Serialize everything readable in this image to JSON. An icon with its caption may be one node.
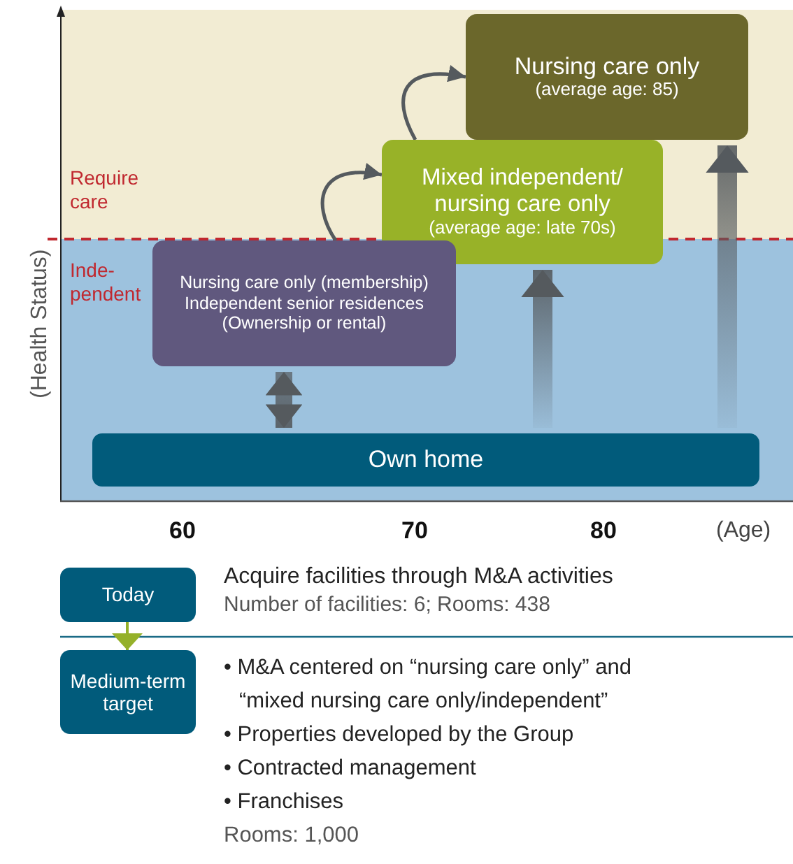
{
  "diagram": {
    "nodes": [
      {
        "text": [
          "Nursing care only",
          "(average age: 85)"
        ]
      },
      {
        "text": [
          "Mixed independent/ nursing care only",
          "(average age: late 70s)"
        ]
      },
      {
        "text": [
          "Nursing care only (membership)",
          "Independent senior residences",
          "(Ownership or rental)"
        ]
      },
      {
        "text": [
          "Own home"
        ]
      },
      {
        "text": [
          "Today"
        ],
        "beside": [
          "Acquire facilities through M&A activities",
          "Number of facilities: 6; Rooms: 438"
        ]
      },
      {
        "text": [
          "Medium-term target"
        ],
        "beside": [
          "• M&A centered on “nursing care only” and “mixed nursing care only/independent”",
          "• Properties developed by the Group",
          "• Contracted management",
          "• Franchises",
          "Rooms: 1,000"
        ]
      }
    ],
    "edges": [
      {
        "from": 2,
        "to": 1,
        "arrow": "to"
      },
      {
        "from": 1,
        "to": 0,
        "arrow": "to"
      },
      {
        "from": 2,
        "to": 3,
        "arrow": "both",
        "style": "thick"
      },
      {
        "from": 3,
        "to": 1,
        "arrow": "to",
        "style": "thick"
      },
      {
        "from": 3,
        "to": 0,
        "arrow": "to",
        "style": "thick"
      },
      {
        "from": 4,
        "to": 5,
        "arrow": "to",
        "color": "#95b12a"
      }
    ],
    "labels": [
      "(Health Status)",
      "Require care",
      "Inde- pendent",
      "60",
      "70",
      "80",
      "(Age)"
    ]
  }
}
